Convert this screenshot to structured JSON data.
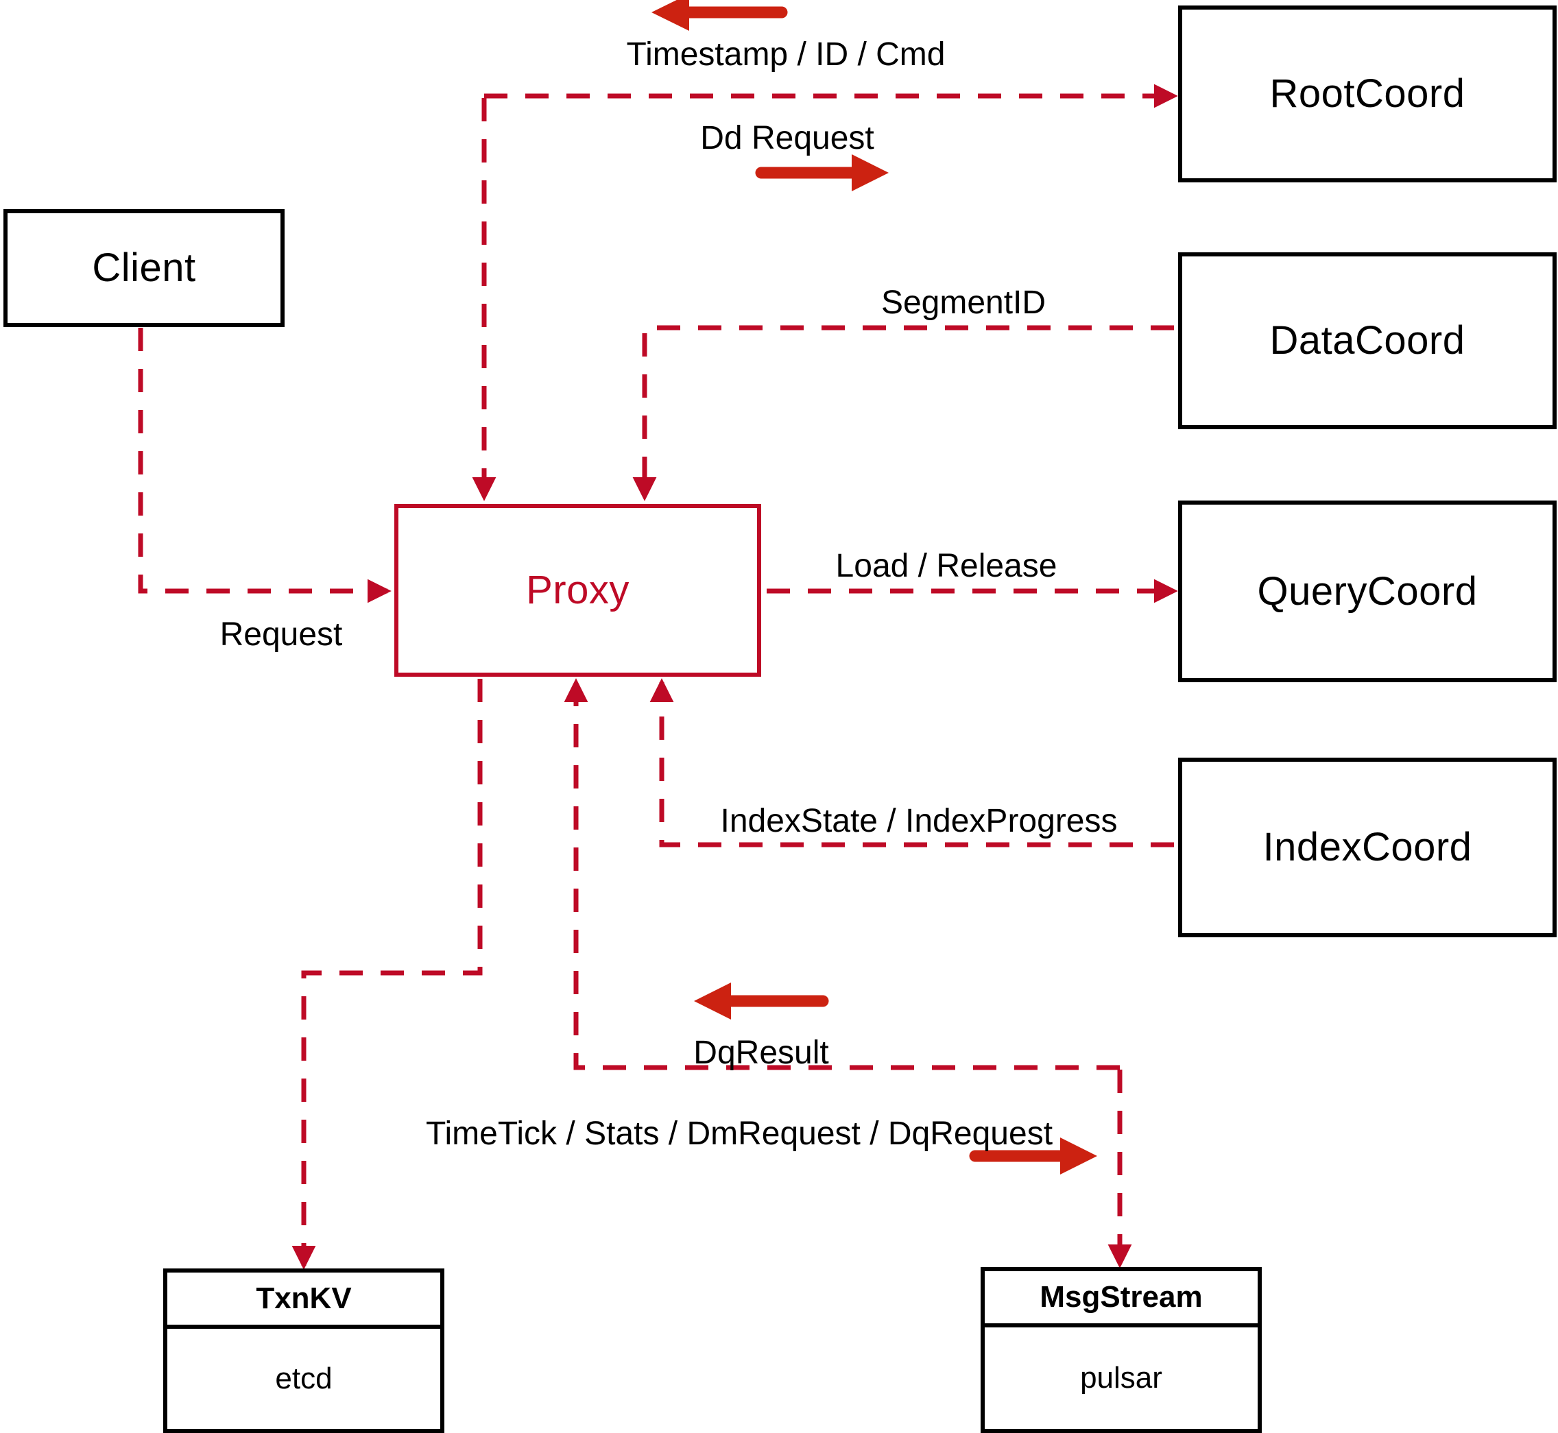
{
  "diagram": {
    "title": "Milvus Proxy interaction diagram",
    "colors": {
      "dashed_line": "#BE0A26",
      "solid_arrow": "#CC2211",
      "node_border": "#000000",
      "proxy_border": "#BE0A26",
      "proxy_text": "#BE0A26",
      "background": "#FFFFFF"
    }
  },
  "nodes": {
    "client": {
      "label": "Client"
    },
    "proxy": {
      "label": "Proxy"
    },
    "root_coord": {
      "label": "RootCoord"
    },
    "data_coord": {
      "label": "DataCoord"
    },
    "query_coord": {
      "label": "QueryCoord"
    },
    "index_coord": {
      "label": "IndexCoord"
    },
    "txn_kv": {
      "title": "TxnKV",
      "impl": "etcd"
    },
    "msg_stream": {
      "title": "MsgStream",
      "impl": "pulsar"
    }
  },
  "edges": [
    {
      "id": "request",
      "label": "Request",
      "from": "client",
      "to": "proxy"
    },
    {
      "id": "timestamp-id-cmd",
      "label": "Timestamp / ID / Cmd",
      "from": "root_coord",
      "to": "proxy"
    },
    {
      "id": "dd-request",
      "label": "Dd Request",
      "from": "proxy",
      "to": "root_coord"
    },
    {
      "id": "segment-id",
      "label": "SegmentID",
      "from": "data_coord",
      "to": "proxy"
    },
    {
      "id": "load-release",
      "label": "Load / Release",
      "from": "proxy",
      "to": "query_coord"
    },
    {
      "id": "index-state-progress",
      "label": "IndexState / IndexProgress",
      "from": "index_coord",
      "to": "proxy"
    },
    {
      "id": "dq-result",
      "label": "DqResult",
      "from": "msg_stream",
      "to": "proxy"
    },
    {
      "id": "stream-requests",
      "label": "TimeTick / Stats / DmRequest / DqRequest",
      "from": "proxy",
      "to": "msg_stream"
    }
  ]
}
